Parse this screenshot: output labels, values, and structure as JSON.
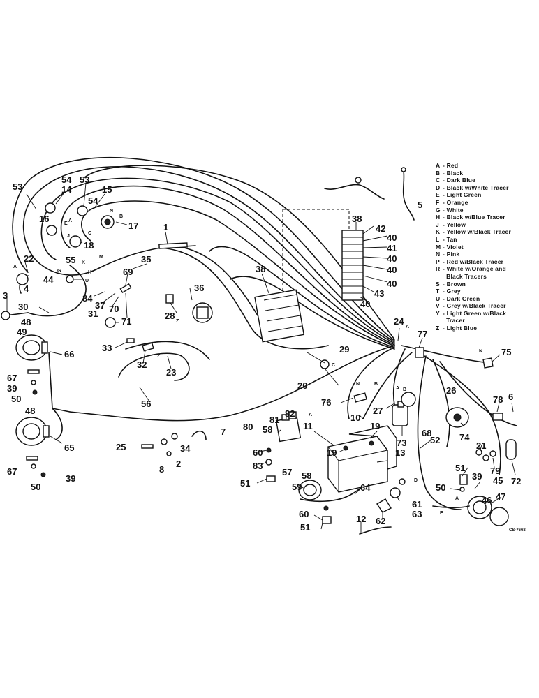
{
  "legend": {
    "items": [
      {
        "code": "A",
        "text": "- Red"
      },
      {
        "code": "B",
        "text": "- Black"
      },
      {
        "code": "C",
        "text": "- Dark Blue"
      },
      {
        "code": "D",
        "text": "- Black w/White Tracer"
      },
      {
        "code": "E",
        "text": "- Light Green"
      },
      {
        "code": "F",
        "text": "- Orange"
      },
      {
        "code": "G",
        "text": "- White"
      },
      {
        "code": "H",
        "text": "- Black w/Blue Tracer"
      },
      {
        "code": "J",
        "text": "- Yellow"
      },
      {
        "code": "K",
        "text": "- Yellow w/Black Tracer"
      },
      {
        "code": "L",
        "text": "- Tan"
      },
      {
        "code": "M",
        "text": "- Violet"
      },
      {
        "code": "N",
        "text": "- Pink"
      },
      {
        "code": "P",
        "text": "- Red w/Black Tracer"
      },
      {
        "code": "R",
        "text": "- White w/Orange and"
      },
      {
        "code": "",
        "text": "  Black Tracers"
      },
      {
        "code": "S",
        "text": "- Brown"
      },
      {
        "code": "T",
        "text": "- Grey"
      },
      {
        "code": "U",
        "text": "- Dark Green"
      },
      {
        "code": "V",
        "text": "- Grey w/Black Tracer"
      },
      {
        "code": "Y",
        "text": "- Light Green w/Black"
      },
      {
        "code": "",
        "text": "  Tracer"
      },
      {
        "code": "Z",
        "text": "- Light Blue"
      }
    ]
  },
  "reference": "CS-7668",
  "callouts": {
    "c1": "1",
    "c2": "2",
    "c3": "3",
    "c4": "4",
    "c5": "5",
    "c6": "6",
    "c7": "7",
    "c8": "8",
    "c10": "10",
    "c11": "11",
    "c12": "12",
    "c13": "13",
    "c14": "14",
    "c15": "15",
    "c16": "16",
    "c17": "17",
    "c18": "18",
    "c19a": "19",
    "c19b": "19",
    "c20": "20",
    "c21": "21",
    "c22": "22",
    "c23": "23",
    "c24": "24",
    "c25": "25",
    "c26": "26",
    "c27": "27",
    "c28": "28",
    "c29": "29",
    "c30": "30",
    "c31": "31",
    "c32": "32",
    "c33": "33",
    "c34": "34",
    "c35": "35",
    "c36": "36",
    "c37": "37",
    "c38a": "38",
    "c38b": "38",
    "c39a": "39",
    "c39b": "39",
    "c39c": "39",
    "c40a": "40",
    "c40b": "40",
    "c40c": "40",
    "c40d": "40",
    "c40e": "40",
    "c41": "41",
    "c42": "42",
    "c43": "43",
    "c44": "44",
    "c45": "45",
    "c46": "46",
    "c47": "47",
    "c48a": "48",
    "c48b": "48",
    "c49": "49",
    "c50a": "50",
    "c50b": "50",
    "c50c": "50",
    "c51a": "51",
    "c51b": "51",
    "c51c": "51",
    "c52": "52",
    "c53a": "53",
    "c53b": "53",
    "c54a": "54",
    "c54b": "54",
    "c55": "55",
    "c56": "56",
    "c57": "57",
    "c58a": "58",
    "c58b": "58",
    "c59": "59",
    "c60a": "60",
    "c60b": "60",
    "c61": "61",
    "c62": "62",
    "c63": "63",
    "c64": "64",
    "c65": "65",
    "c66": "66",
    "c67a": "67",
    "c67b": "67",
    "c68": "68",
    "c69": "69",
    "c70": "70",
    "c71": "71",
    "c72": "72",
    "c73": "73",
    "c74": "74",
    "c75": "75",
    "c76": "76",
    "c77": "77",
    "c78": "78",
    "c79": "79",
    "c80": "80",
    "c81": "81",
    "c82": "82",
    "c83": "83",
    "c84": "84"
  },
  "wire_codes": {
    "w_n1": "N",
    "w_b1": "B",
    "w_a1": "A",
    "w_c1": "C",
    "w_e1": "E",
    "w_j1": "J",
    "w_a2": "A",
    "w_k1": "K",
    "w_h1": "H",
    "w_u1": "U",
    "w_m1": "M",
    "w_g1": "G",
    "w_z1": "Z",
    "w_z2": "Z",
    "w_a3": "A",
    "w_b2": "B",
    "w_c2": "C",
    "w_n2": "N",
    "w_b3": "B",
    "w_a4": "A",
    "w_n3": "N",
    "w_a5": "A",
    "w_d1": "D",
    "w_a6": "A",
    "w_e2": "E"
  },
  "icons": [
    "wiring-harness",
    "headlight",
    "battery",
    "switch",
    "fuse-block",
    "connector",
    "lamp"
  ]
}
